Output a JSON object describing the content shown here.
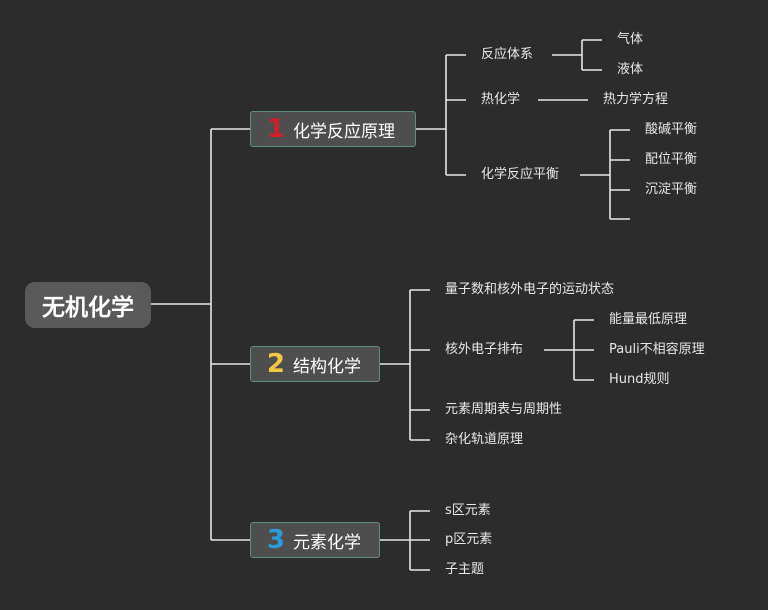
{
  "root": {
    "label": "无机化学"
  },
  "colors": {
    "background": "#2c2c2c",
    "line": "#e6e6e6",
    "num1": "#d0202a",
    "num2": "#f2c744",
    "num3": "#2b9ad6",
    "branch_border": "#5f8f80"
  },
  "branches": [
    {
      "number": "1",
      "label": "化学反应原理",
      "children": [
        {
          "label": "反应体系",
          "children": [
            {
              "label": "气体"
            },
            {
              "label": "液体"
            }
          ]
        },
        {
          "label": "热化学",
          "children": [
            {
              "label": "热力学方程"
            }
          ]
        },
        {
          "label": "化学反应平衡",
          "children": [
            {
              "label": "酸碱平衡"
            },
            {
              "label": "配位平衡"
            },
            {
              "label": "沉淀平衡"
            },
            {
              "label": ""
            }
          ]
        }
      ]
    },
    {
      "number": "2",
      "label": "结构化学",
      "children": [
        {
          "label": "量子数和核外电子的运动状态"
        },
        {
          "label": "核外电子排布",
          "children": [
            {
              "label": "能量最低原理"
            },
            {
              "label": "Pauli不相容原理"
            },
            {
              "label": "Hund规则"
            }
          ]
        },
        {
          "label": "元素周期表与周期性"
        },
        {
          "label": "杂化轨道原理"
        }
      ]
    },
    {
      "number": "3",
      "label": "元素化学",
      "children": [
        {
          "label": "s区元素"
        },
        {
          "label": "p区元素"
        },
        {
          "label": "子主题"
        }
      ]
    }
  ]
}
